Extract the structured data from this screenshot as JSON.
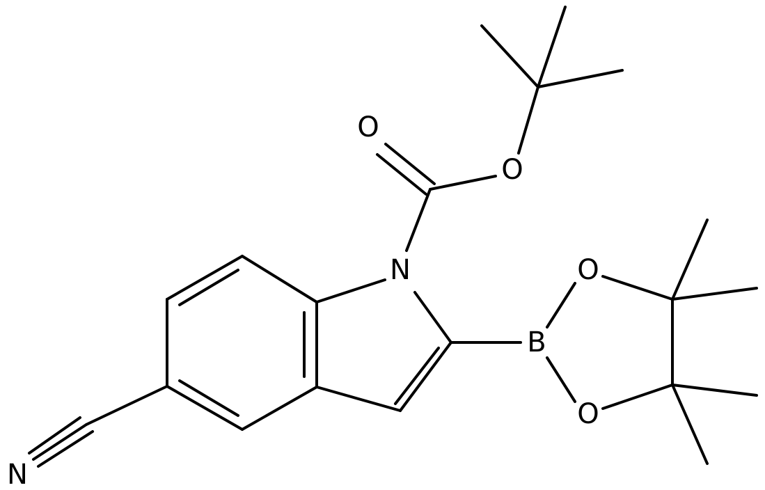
{
  "molecule": {
    "bond_color": "#000000",
    "background": "#ffffff",
    "atoms": {
      "carbonyl_oxygen": "O",
      "ester_oxygen": "O",
      "indole_nitrogen": "N",
      "boron": "B",
      "dioxaborolane_oxygen_top": "O",
      "dioxaborolane_oxygen_bottom": "O",
      "nitrile_nitrogen": "N"
    }
  }
}
